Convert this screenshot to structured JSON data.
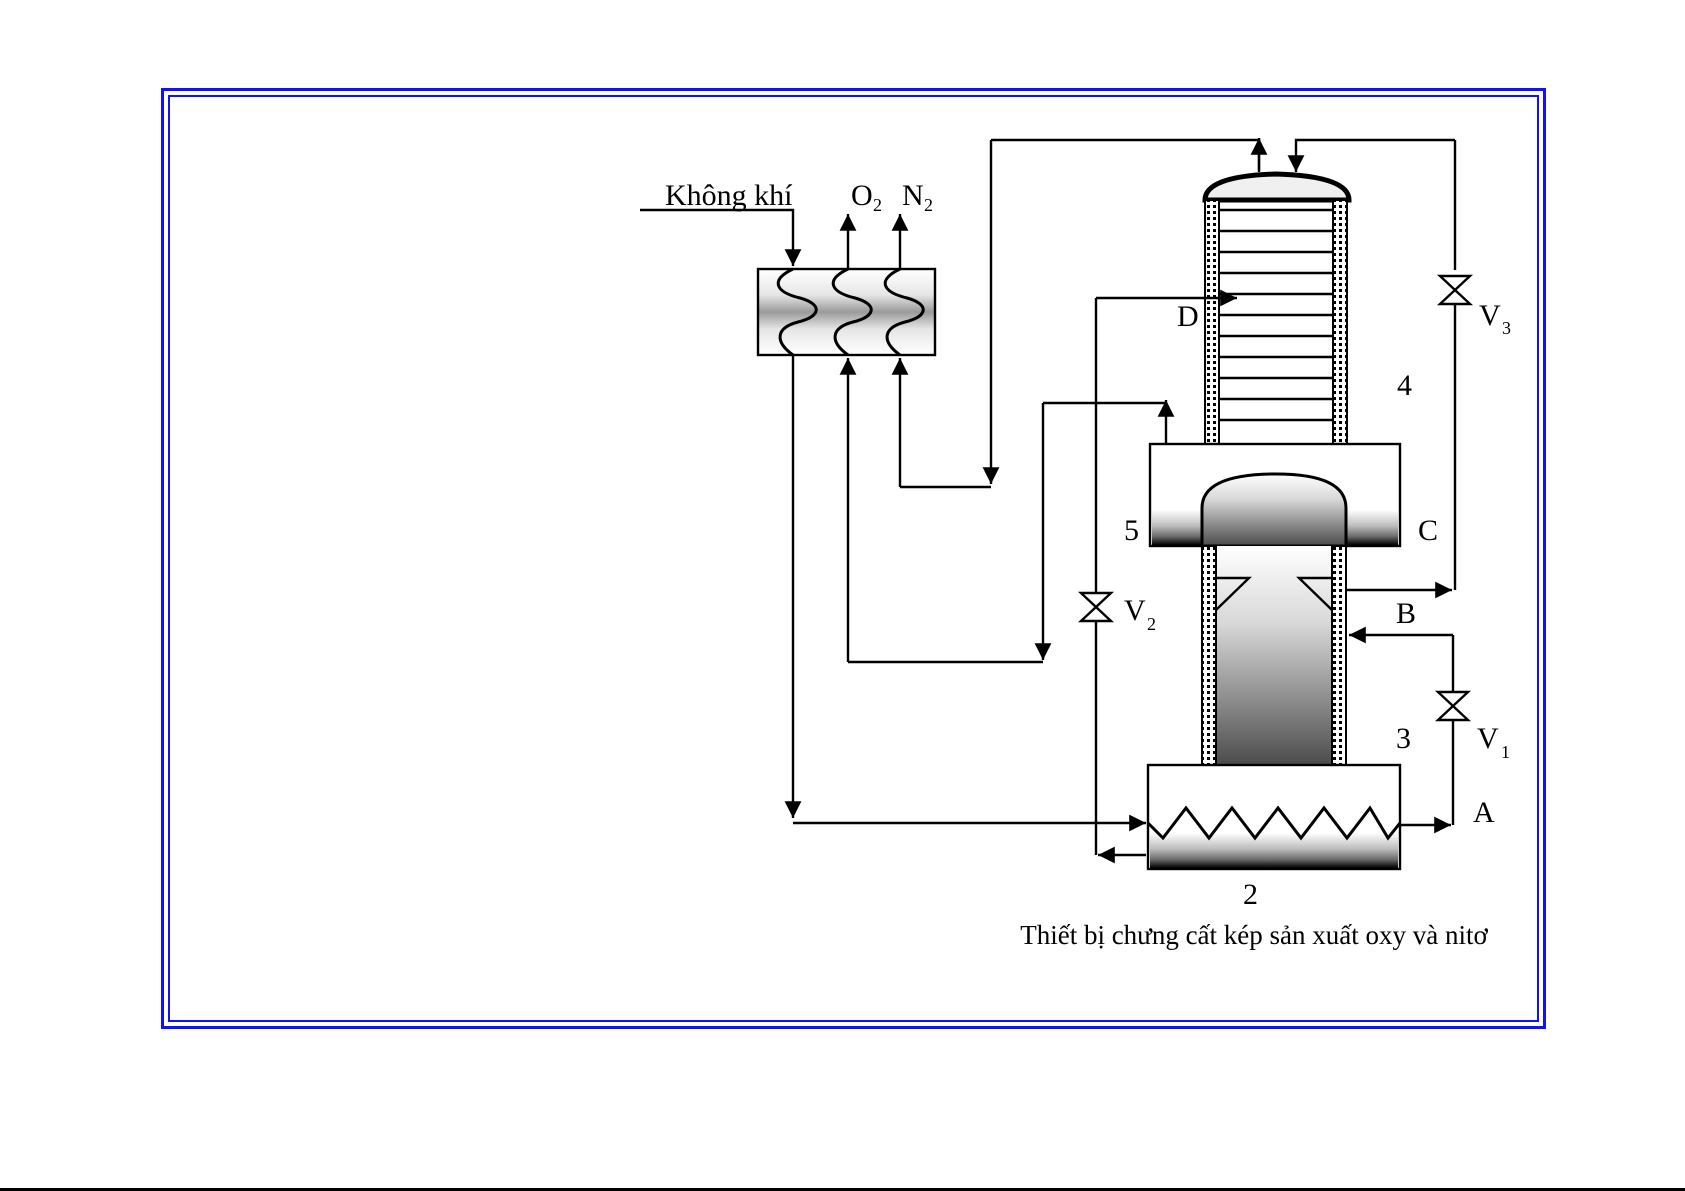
{
  "diagram": {
    "title": "Thiết bị chưng cất kép sản xuất oxy và nitơ",
    "inputs": {
      "air_label": "Không khí"
    },
    "outputs": {
      "oxygen": {
        "label": "O",
        "subscript": "2"
      },
      "nitrogen": {
        "label": "N",
        "subscript": "2"
      }
    },
    "components": [
      {
        "id": "2",
        "label": "2",
        "description": "boiler / still pot with heating coil"
      },
      {
        "id": "3",
        "label": "3",
        "description": "lower distillation column"
      },
      {
        "id": "4",
        "label": "4",
        "description": "upper distillation column with trays"
      },
      {
        "id": "5",
        "label": "5",
        "description": "condenser-evaporator"
      },
      {
        "id": "hx",
        "label": "",
        "description": "heat exchanger with three coils"
      }
    ],
    "points": {
      "A": "A",
      "B": "B",
      "C": "C",
      "D": "D"
    },
    "valves": [
      {
        "id": "V1",
        "label": "V",
        "subscript": "1"
      },
      {
        "id": "V2",
        "label": "V",
        "subscript": "2"
      },
      {
        "id": "V3",
        "label": "V",
        "subscript": "3"
      }
    ],
    "colors": {
      "frame": "#1010ff",
      "ink": "#000000",
      "background": "#ffffff"
    }
  }
}
